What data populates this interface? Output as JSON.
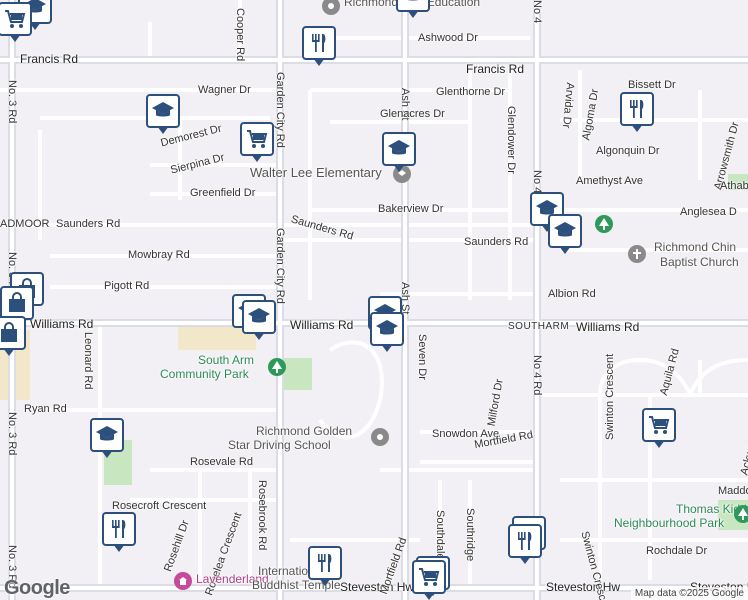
{
  "colors": {
    "background": "#f2f0f4",
    "road_minor": "#ffffff",
    "road_major": "#dcdce6",
    "park": "#c8e6c0",
    "commercial": "#f3e7c9",
    "pin_border": "#2c4f7c",
    "park_icon": "#2e9a5a",
    "place_icon": "#8a8a8a",
    "poi_park_text": "#2e8b57",
    "poi_place_text": "#555555",
    "temple_icon": "#c64b9a"
  },
  "roads": {
    "francis_w": "Francis Rd",
    "francis_e": "Francis Rd",
    "williams_w": "Williams Rd",
    "williams_e": "Williams Rd",
    "southarm": "SOUTHARM",
    "steveston_w": "Steveston Hw",
    "steveston_e": "Steveston Hwy",
    "garden_city_n": "Garden City Rd",
    "garden_city_s": "Garden City Rd",
    "no3_n": "No. 3 Rd",
    "no3_m": "No. 3 Rd",
    "no3_s": "No. 3 Rd",
    "no4_n": "No 4",
    "no4_s": "No 4 Rd",
    "ash_n": "Ash St",
    "ash_s": "Ash St",
    "wagner": "Wagner Dr",
    "demorest": "Demorest Dr",
    "sierpina": "Sierpina Dr",
    "greenfield": "Greenfield Dr",
    "cooper": "Cooper Rd",
    "admoor": "ADMOOR",
    "saunders_w": "Saunders Rd",
    "saunders_m": "Saunders Rd",
    "saunders_e": "Saunders Rd",
    "mowbray": "Mowbray Rd",
    "pigott": "Pigott Rd",
    "ashwood": "Ashwood Dr",
    "glenthorne": "Glenthorne Dr",
    "glenacres": "Glenacres Dr",
    "glendower": "Glendower Dr",
    "bakerview": "Bakerview Dr",
    "albion": "Albion Rd",
    "bissett": "Bissett Dr",
    "arvida": "Arvida Dr",
    "algoma": "Algoma Dr",
    "algonquin": "Algonquin Dr",
    "arrowsmith": "Arrowsmith Dr",
    "amethyst": "Amethyst Ave",
    "athab": "Athab",
    "anglesea": "Anglesea D",
    "leonard": "Leonard Rd",
    "ryan": "Ryan Rd",
    "seven": "Seven Dr",
    "milford": "Milford Dr",
    "snowdon": "Snowdon Ave",
    "mortfield_e": "Mortfield Rd",
    "mortfield_s": "Mortfield Rd",
    "aquila": "Aquila Rd",
    "swinton_n": "Swinton Crescent",
    "swinton_s": "Swinton Crescent",
    "ackworth": "Ackworth Dr",
    "maddo": "Maddo",
    "rosevale": "Rosevale Rd",
    "rosecroft": "Rosecroft Crescent",
    "rosehill": "Rosehill Dr",
    "roselea": "Roselea Crescent",
    "rosebrook": "Rosebrook Rd",
    "southdale": "Southdale",
    "southridge": "Southridge",
    "rochdale": "Rochdale Dr"
  },
  "pois": {
    "richmond_education": "Richmond Star Education",
    "walter_lee": "Walter Lee Elementary",
    "south_arm_1": "South Arm",
    "south_arm_2": "Community Park",
    "golden_star_1": "Richmond Golden",
    "golden_star_2": "Star Driving School",
    "chinese_baptist_1": "Richmond Chin",
    "chinese_baptist_2": "Baptist Church",
    "thomas_kidd_1": "Thomas Kidd",
    "thomas_kidd_2": "Neighbourhood Park",
    "lavenderland": "Lavenderland",
    "intl_buddhist": "International",
    "buddhist_temple": "Buddhist Temple"
  },
  "logo": "Google",
  "attribution": "Map data ©2025 Google"
}
